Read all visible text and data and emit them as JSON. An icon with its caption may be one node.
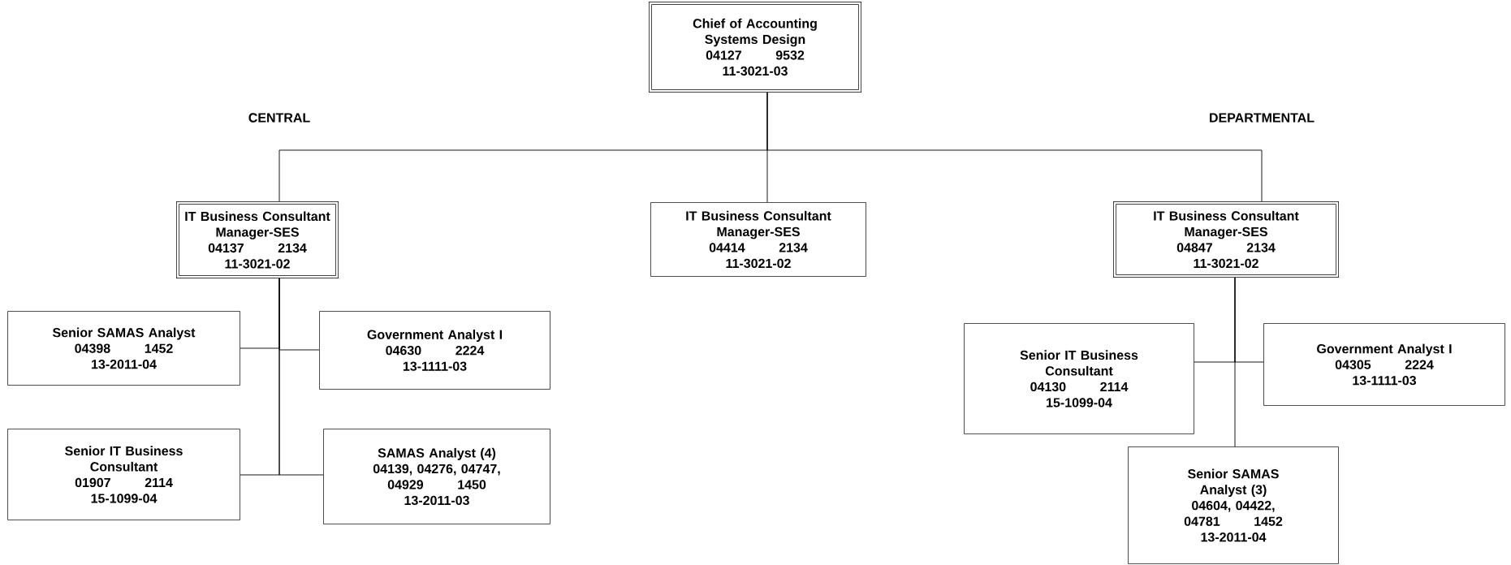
{
  "diagram": {
    "nodes": [
      {
        "text": [
          "Chief of Accounting Systems Design",
          "04127",
          "9532",
          "11-3021-03"
        ]
      },
      {
        "text": [
          "IT Business Consultant Manager-SES",
          "04137",
          "2134",
          "11-3021-02"
        ]
      },
      {
        "text": [
          "IT Business Consultant Manager-SES",
          "04414",
          "2134",
          "11-3021-02"
        ]
      },
      {
        "text": [
          "IT Business Consultant Manager-SES",
          "04847",
          "2134",
          "11-3021-02"
        ]
      },
      {
        "text": [
          "Senior SAMAS Analyst",
          "04398",
          "1452",
          "13-2011-04"
        ]
      },
      {
        "text": [
          "Government Analyst I",
          "04630",
          "2224",
          "13-1111-03"
        ]
      },
      {
        "text": [
          "Senior IT Business Consultant",
          "01907",
          "2114",
          "15-1099-04"
        ]
      },
      {
        "text": [
          "SAMAS Analyst (4)",
          "04139, 04276, 04747, 04929",
          "1450",
          "13-2011-03"
        ]
      },
      {
        "text": [
          "Senior IT Business Consultant",
          "04130",
          "2114",
          "15-1099-04"
        ]
      },
      {
        "text": [
          "Government Analyst I",
          "04305",
          "2224",
          "13-1111-03"
        ]
      },
      {
        "text": [
          "Senior SAMAS Analyst (3)",
          "04604, 04422, 04781",
          "1452",
          "13-2011-04"
        ]
      }
    ],
    "edges": [
      {
        "from": 0,
        "to": 1,
        "arrow": "none"
      },
      {
        "from": 0,
        "to": 2,
        "arrow": "none"
      },
      {
        "from": 0,
        "to": 3,
        "arrow": "none"
      },
      {
        "from": 1,
        "to": 4,
        "arrow": "none"
      },
      {
        "from": 1,
        "to": 5,
        "arrow": "none"
      },
      {
        "from": 1,
        "to": 6,
        "arrow": "none"
      },
      {
        "from": 1,
        "to": 7,
        "arrow": "none"
      },
      {
        "from": 3,
        "to": 8,
        "arrow": "none"
      },
      {
        "from": 3,
        "to": 9,
        "arrow": "none"
      },
      {
        "from": 3,
        "to": 10,
        "arrow": "none"
      }
    ],
    "labels": [
      "CENTRAL",
      "DEPARTMENTAL"
    ]
  }
}
